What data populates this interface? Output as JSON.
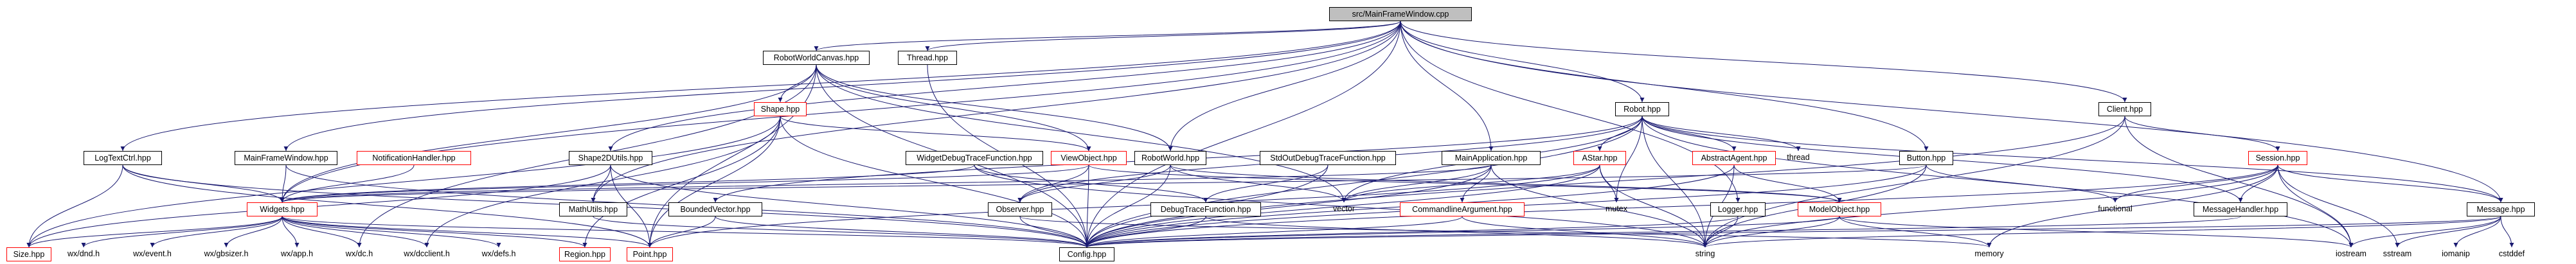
{
  "diagram": {
    "colors": {
      "edge": "#191970",
      "normal_border": "#000000",
      "incomplete_border": "#ff0000",
      "root_fill": "#bfbfbf"
    },
    "nodes": [
      {
        "id": "main",
        "label": "src/MainFrameWindow.cpp",
        "kind": "root"
      },
      {
        "id": "robotcanvas",
        "label": "RobotWorldCanvas.hpp",
        "kind": "normal"
      },
      {
        "id": "threadhpp",
        "label": "Thread.hpp",
        "kind": "normal"
      },
      {
        "id": "shape",
        "label": "Shape.hpp",
        "kind": "red"
      },
      {
        "id": "robot",
        "label": "Robot.hpp",
        "kind": "normal"
      },
      {
        "id": "client",
        "label": "Client.hpp",
        "kind": "normal"
      },
      {
        "id": "logtext",
        "label": "LogTextCtrl.hpp",
        "kind": "normal"
      },
      {
        "id": "mainframehpp",
        "label": "MainFrameWindow.hpp",
        "kind": "normal"
      },
      {
        "id": "notify",
        "label": "NotificationHandler.hpp",
        "kind": "red"
      },
      {
        "id": "shape2d",
        "label": "Shape2DUtils.hpp",
        "kind": "normal"
      },
      {
        "id": "widgettrace",
        "label": "WidgetDebugTraceFunction.hpp",
        "kind": "normal"
      },
      {
        "id": "viewobject",
        "label": "ViewObject.hpp",
        "kind": "red"
      },
      {
        "id": "robotworld",
        "label": "RobotWorld.hpp",
        "kind": "normal"
      },
      {
        "id": "stdouttrace",
        "label": "StdOutDebugTraceFunction.hpp",
        "kind": "normal"
      },
      {
        "id": "mainapp",
        "label": "MainApplication.hpp",
        "kind": "normal"
      },
      {
        "id": "astar",
        "label": "AStar.hpp",
        "kind": "red"
      },
      {
        "id": "abstractagent",
        "label": "AbstractAgent.hpp",
        "kind": "red"
      },
      {
        "id": "thread",
        "label": "thread",
        "kind": "nofile"
      },
      {
        "id": "button",
        "label": "Button.hpp",
        "kind": "normal"
      },
      {
        "id": "session",
        "label": "Session.hpp",
        "kind": "red"
      },
      {
        "id": "mathutils",
        "label": "MathUtils.hpp",
        "kind": "normal"
      },
      {
        "id": "widgets",
        "label": "Widgets.hpp",
        "kind": "red"
      },
      {
        "id": "boundedvector",
        "label": "BoundedVector.hpp",
        "kind": "normal"
      },
      {
        "id": "observer",
        "label": "Observer.hpp",
        "kind": "normal"
      },
      {
        "id": "debugtrace",
        "label": "DebugTraceFunction.hpp",
        "kind": "normal"
      },
      {
        "id": "vector",
        "label": "vector",
        "kind": "nofile"
      },
      {
        "id": "cmdarg",
        "label": "CommandlineArgument.hpp",
        "kind": "red"
      },
      {
        "id": "mutex",
        "label": "mutex",
        "kind": "nofile"
      },
      {
        "id": "logger",
        "label": "Logger.hpp",
        "kind": "normal"
      },
      {
        "id": "modelobject",
        "label": "ModelObject.hpp",
        "kind": "red"
      },
      {
        "id": "functional",
        "label": "functional",
        "kind": "nofile"
      },
      {
        "id": "msghandler",
        "label": "MessageHandler.hpp",
        "kind": "normal"
      },
      {
        "id": "message",
        "label": "Message.hpp",
        "kind": "normal"
      },
      {
        "id": "sizehpp",
        "label": "Size.hpp",
        "kind": "red"
      },
      {
        "id": "wxdnd",
        "label": "wx/dnd.h",
        "kind": "nofile"
      },
      {
        "id": "wxevent",
        "label": "wx/event.h",
        "kind": "nofile"
      },
      {
        "id": "wxgbsizer",
        "label": "wx/gbsizer.h",
        "kind": "nofile"
      },
      {
        "id": "wxapp",
        "label": "wx/app.h",
        "kind": "nofile"
      },
      {
        "id": "wxdc",
        "label": "wx/dc.h",
        "kind": "nofile"
      },
      {
        "id": "wxdcclient",
        "label": "wx/dcclient.h",
        "kind": "nofile"
      },
      {
        "id": "wxdefs",
        "label": "wx/defs.h",
        "kind": "nofile"
      },
      {
        "id": "region",
        "label": "Region.hpp",
        "kind": "red"
      },
      {
        "id": "point",
        "label": "Point.hpp",
        "kind": "red"
      },
      {
        "id": "config",
        "label": "Config.hpp",
        "kind": "normal"
      },
      {
        "id": "string",
        "label": "string",
        "kind": "nofile"
      },
      {
        "id": "memory",
        "label": "memory",
        "kind": "nofile"
      },
      {
        "id": "iostream",
        "label": "iostream",
        "kind": "nofile"
      },
      {
        "id": "sstream",
        "label": "sstream",
        "kind": "nofile"
      },
      {
        "id": "iomanip",
        "label": "iomanip",
        "kind": "nofile"
      },
      {
        "id": "cstddef",
        "label": "cstddef",
        "kind": "nofile"
      }
    ],
    "edges": [
      [
        "main",
        "robotcanvas"
      ],
      [
        "main",
        "threadhpp"
      ],
      [
        "main",
        "robot"
      ],
      [
        "main",
        "client"
      ],
      [
        "main",
        "logtext"
      ],
      [
        "main",
        "mainframehpp"
      ],
      [
        "main",
        "shape2d"
      ],
      [
        "main",
        "mathutils"
      ],
      [
        "main",
        "robotworld"
      ],
      [
        "main",
        "mainapp"
      ],
      [
        "main",
        "button"
      ],
      [
        "main",
        "message"
      ],
      [
        "main",
        "logger"
      ],
      [
        "main",
        "config"
      ],
      [
        "main",
        "widgets"
      ],
      [
        "robotcanvas",
        "shape"
      ],
      [
        "robotcanvas",
        "widgets"
      ],
      [
        "robotcanvas",
        "viewobject"
      ],
      [
        "robotcanvas",
        "robotworld"
      ],
      [
        "robotcanvas",
        "vector"
      ],
      [
        "robotcanvas",
        "point"
      ],
      [
        "robotcanvas",
        "config"
      ],
      [
        "robotcanvas",
        "wxdc"
      ],
      [
        "threadhpp",
        "config"
      ],
      [
        "shape",
        "viewobject"
      ],
      [
        "shape",
        "point"
      ],
      [
        "shape",
        "region"
      ],
      [
        "shape",
        "config"
      ],
      [
        "shape",
        "wxdcclient"
      ],
      [
        "shape",
        "sizehpp"
      ],
      [
        "robot",
        "abstractagent"
      ],
      [
        "robot",
        "astar"
      ],
      [
        "robot",
        "boundedvector"
      ],
      [
        "robot",
        "message"
      ],
      [
        "robot",
        "msghandler"
      ],
      [
        "robot",
        "mutex"
      ],
      [
        "robot",
        "thread"
      ],
      [
        "robot",
        "iostream"
      ],
      [
        "robot",
        "vector"
      ],
      [
        "robot",
        "config"
      ],
      [
        "robot",
        "observer"
      ],
      [
        "robot",
        "string"
      ],
      [
        "client",
        "session"
      ],
      [
        "client",
        "config"
      ],
      [
        "client",
        "string"
      ],
      [
        "client",
        "iostream"
      ],
      [
        "logtext",
        "widgets"
      ],
      [
        "logtext",
        "sizehpp"
      ],
      [
        "logtext",
        "point"
      ],
      [
        "logtext",
        "config"
      ],
      [
        "mainframehpp",
        "widgets"
      ],
      [
        "mainframehpp",
        "config"
      ],
      [
        "notify",
        "widgets"
      ],
      [
        "shape2d",
        "point"
      ],
      [
        "shape2d",
        "mathutils"
      ],
      [
        "shape2d",
        "sizehpp"
      ],
      [
        "shape2d",
        "config"
      ],
      [
        "widgettrace",
        "debugtrace"
      ],
      [
        "widgettrace",
        "widgets"
      ],
      [
        "widgettrace",
        "string"
      ],
      [
        "viewobject",
        "modelobject"
      ],
      [
        "viewobject",
        "observer"
      ],
      [
        "viewobject",
        "config"
      ],
      [
        "viewobject",
        "widgets"
      ],
      [
        "robotworld",
        "modelobject"
      ],
      [
        "robotworld",
        "vector"
      ],
      [
        "robotworld",
        "config"
      ],
      [
        "robotworld",
        "observer"
      ],
      [
        "stdouttrace",
        "debugtrace"
      ],
      [
        "stdouttrace",
        "config"
      ],
      [
        "mainapp",
        "cmdarg"
      ],
      [
        "mainapp",
        "vector"
      ],
      [
        "mainapp",
        "config"
      ],
      [
        "mainapp",
        "widgets"
      ],
      [
        "mainapp",
        "string"
      ],
      [
        "astar",
        "vector"
      ],
      [
        "astar",
        "mutex"
      ],
      [
        "astar",
        "point"
      ],
      [
        "astar",
        "config"
      ],
      [
        "astar",
        "string"
      ],
      [
        "abstractagent",
        "modelobject"
      ],
      [
        "abstractagent",
        "config"
      ],
      [
        "abstractagent",
        "string"
      ],
      [
        "button",
        "widgets"
      ],
      [
        "button",
        "config"
      ],
      [
        "button",
        "functional"
      ],
      [
        "button",
        "string"
      ],
      [
        "session",
        "message"
      ],
      [
        "session",
        "msghandler"
      ],
      [
        "session",
        "functional"
      ],
      [
        "session",
        "memory"
      ],
      [
        "session",
        "iostream"
      ],
      [
        "session",
        "sstream"
      ],
      [
        "session",
        "config"
      ],
      [
        "session",
        "string"
      ],
      [
        "mathutils",
        "config"
      ],
      [
        "widgets",
        "wxdnd"
      ],
      [
        "widgets",
        "wxevent"
      ],
      [
        "widgets",
        "wxgbsizer"
      ],
      [
        "widgets",
        "wxapp"
      ],
      [
        "widgets",
        "wxdc"
      ],
      [
        "widgets",
        "wxdcclient"
      ],
      [
        "widgets",
        "wxdefs"
      ],
      [
        "widgets",
        "sizehpp"
      ],
      [
        "widgets",
        "region"
      ],
      [
        "widgets",
        "point"
      ],
      [
        "widgets",
        "config"
      ],
      [
        "boundedvector",
        "point"
      ],
      [
        "boundedvector",
        "config"
      ],
      [
        "observer",
        "config"
      ],
      [
        "observer",
        "memory"
      ],
      [
        "debugtrace",
        "config"
      ],
      [
        "debugtrace",
        "string"
      ],
      [
        "cmdarg",
        "config"
      ],
      [
        "cmdarg",
        "string"
      ],
      [
        "logger",
        "string"
      ],
      [
        "logger",
        "config"
      ],
      [
        "modelobject",
        "string"
      ],
      [
        "modelobject",
        "memory"
      ],
      [
        "modelobject",
        "iostream"
      ],
      [
        "modelobject",
        "config"
      ],
      [
        "msghandler",
        "config"
      ],
      [
        "message",
        "string"
      ],
      [
        "message",
        "cstddef"
      ],
      [
        "message",
        "iomanip"
      ],
      [
        "message",
        "sstream"
      ],
      [
        "message",
        "iostream"
      ],
      [
        "message",
        "config"
      ]
    ]
  }
}
